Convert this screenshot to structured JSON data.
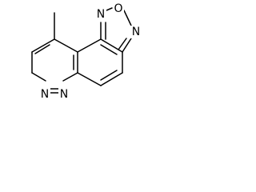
{
  "molecule": {
    "atoms": {
      "oxygen": "O",
      "nitrogen_top": "N",
      "nitrogen_right": "N",
      "nitrogen_lower_1": "N",
      "nitrogen_lower_2": "N"
    }
  }
}
